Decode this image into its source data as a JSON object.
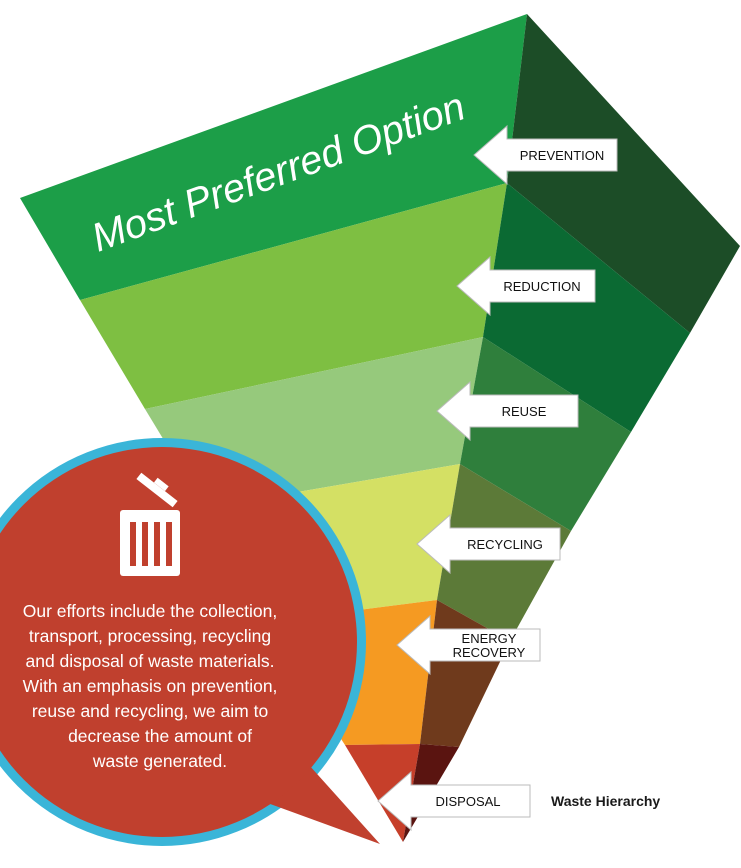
{
  "diagram": {
    "title": "Most Preferred Option",
    "caption": "Waste Hierarchy",
    "levels": [
      {
        "label": "PREVENTION",
        "color": "#1c9e48",
        "side_color": "#1c4d27"
      },
      {
        "label": "REDUCTION",
        "color": "#7ebf42",
        "side_color": "#0b6a33"
      },
      {
        "label": "REUSE",
        "color": "#96c97c",
        "side_color": "#2f7f3c"
      },
      {
        "label": "RECYCLING",
        "color": "#d4e064",
        "side_color": "#5c7a38"
      },
      {
        "label": "ENERGY RECOVERY",
        "label_lines": [
          "ENERGY",
          "RECOVERY"
        ],
        "color": "#f59a22",
        "side_color": "#6f3a1c"
      },
      {
        "label": "DISPOSAL",
        "color": "#c63f2a",
        "side_color": "#5a1410"
      }
    ],
    "bubble": {
      "icon": "trash-bin-icon",
      "color": "#c0402e",
      "ring_color": "#3ab5d8",
      "lines": [
        "Our efforts include the collection,",
        "transport, processing, recycling",
        "and disposal of waste materials.",
        "With an emphasis on prevention,",
        "reuse and recycling, we aim to",
        "decrease the amount of",
        "waste generated."
      ]
    }
  }
}
